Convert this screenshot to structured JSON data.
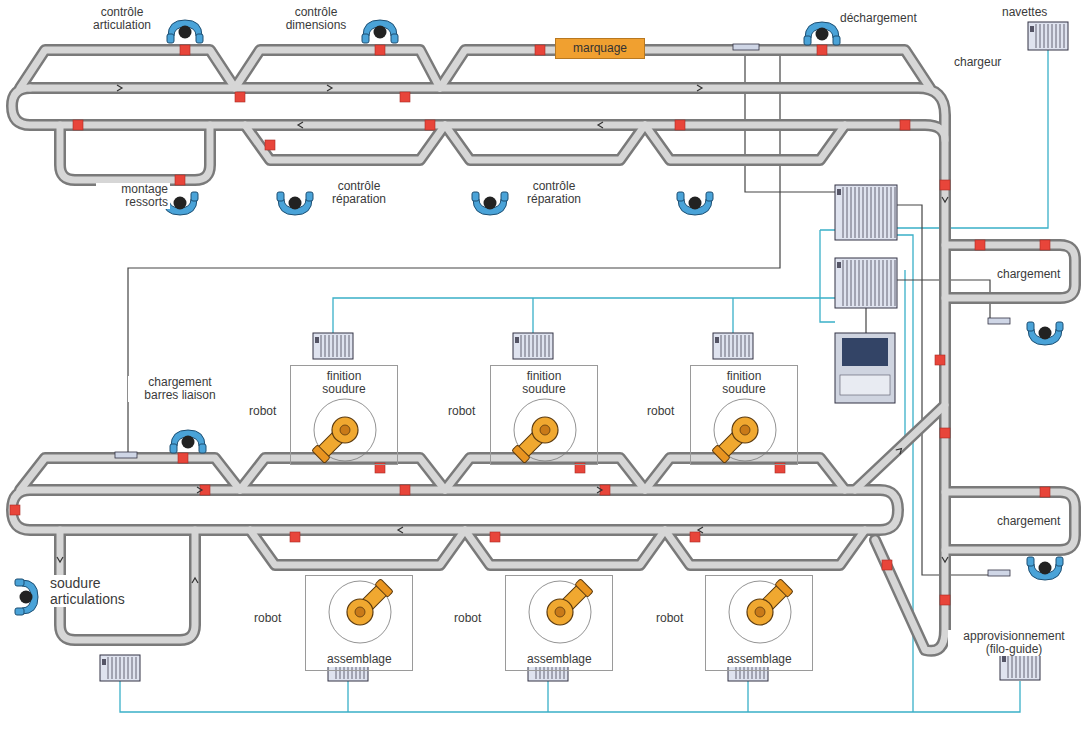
{
  "diagram": {
    "nodes": [
      {
        "text": [
          "marquage"
        ]
      },
      {
        "text": [
          "finition soudure"
        ]
      },
      {
        "text": [
          "finition soudure"
        ]
      },
      {
        "text": [
          "finition soudure"
        ]
      },
      {
        "text": [
          "assemblage"
        ]
      },
      {
        "text": [
          "assemblage"
        ]
      },
      {
        "text": [
          "assemblage"
        ]
      }
    ],
    "labels": [
      "contrôle articulation",
      "contrôle dimensions",
      "déchargement",
      "navettes",
      "chargeur",
      "montage ressorts",
      "contrôle réparation",
      "contrôle réparation",
      "chargement",
      "chargement barres liaison",
      "robot",
      "robot",
      "robot",
      "chargement",
      "soudure articulations",
      "robot",
      "robot",
      "robot",
      "approvisionnement (filo-guide)"
    ]
  }
}
